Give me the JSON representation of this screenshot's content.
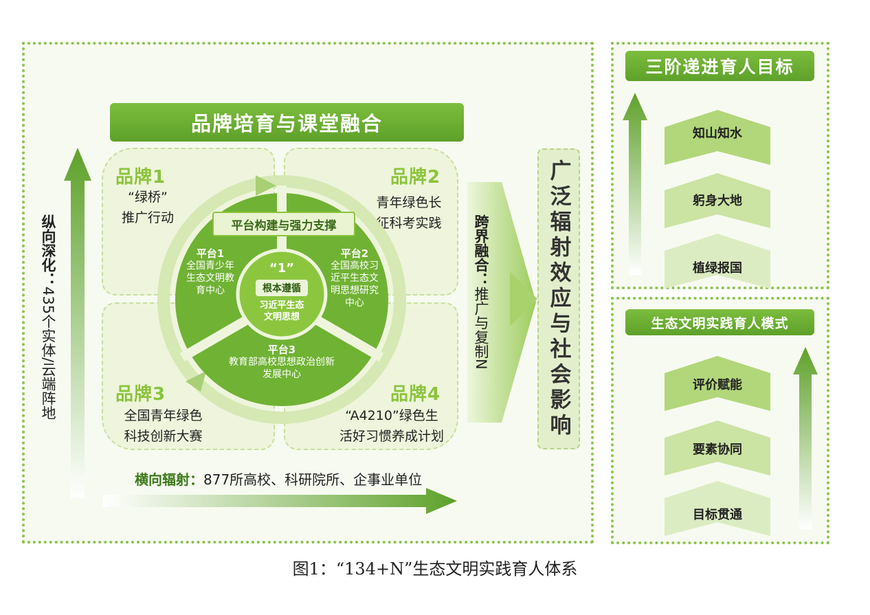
{
  "main": {
    "banner": "品牌培育与课堂融合",
    "brands": [
      {
        "title": "品牌1",
        "text": [
          "“绿桥”",
          "推广行动"
        ]
      },
      {
        "title": "品牌2",
        "text": [
          "青年绿色长",
          "征科考实践"
        ]
      },
      {
        "title": "品牌3",
        "text": [
          "全国青年绿色",
          "科技创新大赛"
        ]
      },
      {
        "title": "品牌4",
        "text": [
          "“A4210”绿色生",
          "活好习惯养成计划"
        ]
      }
    ],
    "platform_support": "平台构建与强力支撑",
    "platforms": [
      {
        "title": "平台1",
        "lines": [
          "全国青少年",
          "生态文明教",
          "育中心"
        ]
      },
      {
        "title": "平台2",
        "lines": [
          "全国高校习",
          "近平生态文",
          "明思想研究",
          "中心"
        ]
      },
      {
        "title": "平台3",
        "lines": [
          "教育部高校思想政治创新",
          "发展中心"
        ]
      }
    ],
    "center": {
      "number": "“1”",
      "label": "根本遵循",
      "lines": [
        "习近平生态",
        "文明思想"
      ]
    },
    "vertical_left": {
      "bold": "纵向深化：",
      "rest": "435个实体/云端阵地"
    },
    "horizontal": {
      "bold": "横向辐射：",
      "rest": "877所高校、科研院所、企事业单位"
    },
    "cross": {
      "bold": "跨界融合：",
      "rest": "推广与复制N"
    },
    "impact": "广泛辐射效应与社会影响"
  },
  "goals": {
    "title": "三阶递进育人目标",
    "levels": [
      "知山知水",
      "躬身大地",
      "植绿报国"
    ]
  },
  "mode": {
    "title": "生态文明实践育人模式",
    "levels": [
      "评价赋能",
      "要素协同",
      "目标贯通"
    ]
  },
  "caption": "图1：“134+N”生态文明实践育人体系",
  "colors": {
    "primary": "#6aae30",
    "light": "#8cc33c",
    "pale": "#eef5dc"
  }
}
